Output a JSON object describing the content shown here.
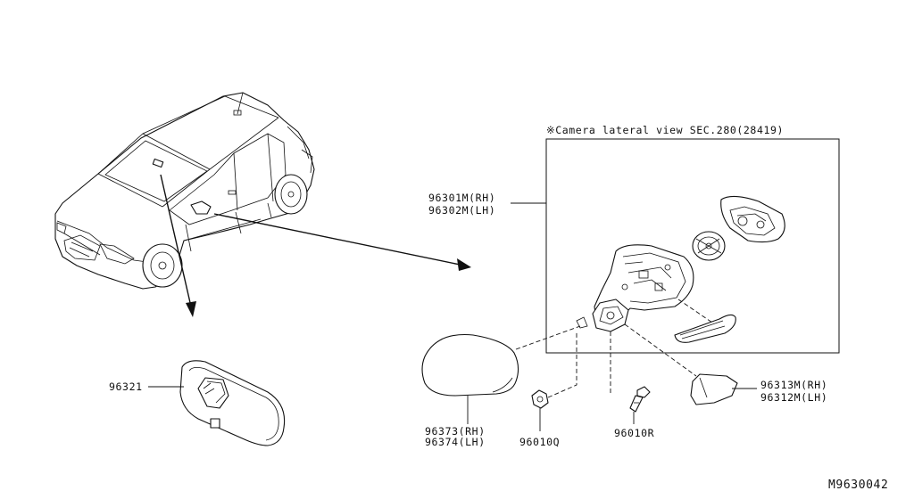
{
  "diagram": {
    "note": "※Camera lateral view SEC.280(28419)",
    "drawing_number": "M9630042",
    "labels": {
      "door_mirror_assy_rh": "96301M(RH)",
      "door_mirror_assy_lh": "96302M(LH)",
      "inside_mirror": "96321",
      "mirror_cover_rh": "96373(RH)",
      "mirror_cover_lh": "96374(LH)",
      "nut": "96010Q",
      "bolt": "96010R",
      "base_cover_rh": "96313M(RH)",
      "base_cover_lh": "96312M(LH)"
    }
  }
}
